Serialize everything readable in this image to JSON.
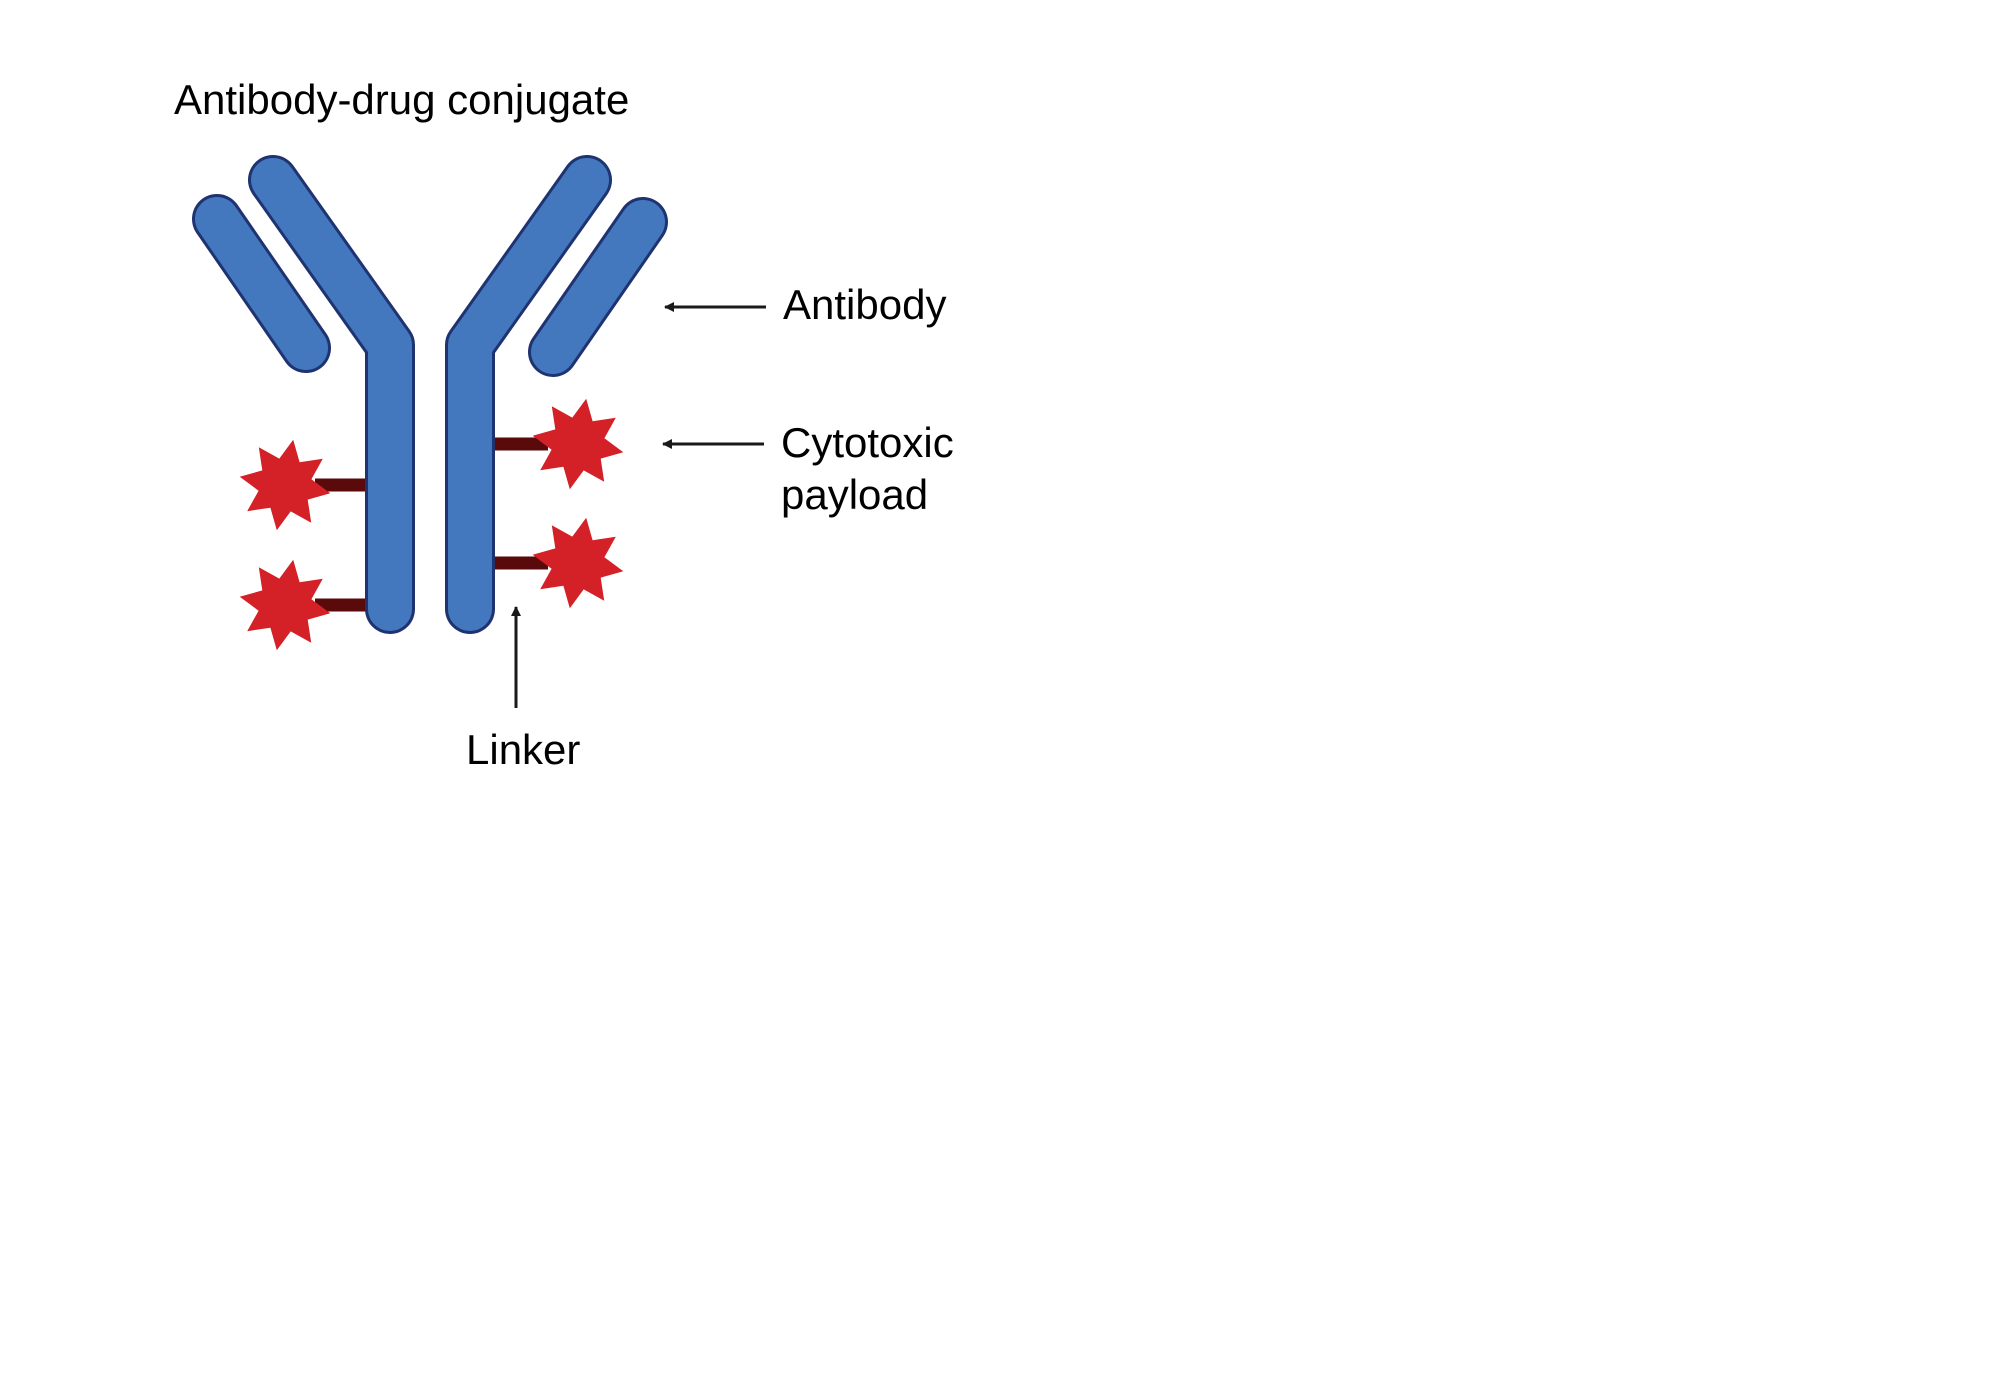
{
  "diagram": {
    "title": "Antibody-drug conjugate",
    "labels": {
      "antibody": "Antibody",
      "payload_line1": "Cytotoxic",
      "payload_line2": "payload",
      "linker": "Linker"
    },
    "colors": {
      "antibody_fill": "#4378bf",
      "antibody_stroke": "#1e3370",
      "linker": "#5a0a0a",
      "payload": "#d42027",
      "arrow": "#1a1a1a",
      "text": "#111111"
    }
  }
}
